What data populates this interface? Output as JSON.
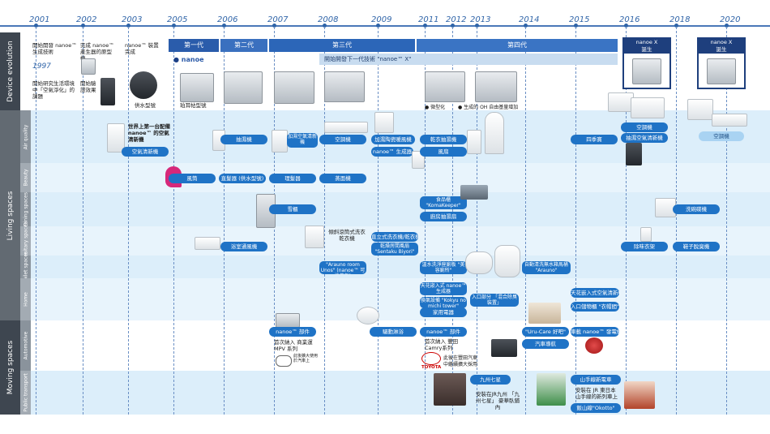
{
  "years": [
    "2001",
    "2002",
    "2003",
    "2005",
    "2006",
    "2007",
    "2008",
    "2009",
    "2011",
    "2012",
    "2013",
    "2014",
    "2015",
    "2016",
    "2018",
    "2020"
  ],
  "categories": {
    "device_evolution": "Device evolution",
    "living_spaces": "Living spaces",
    "moving_spaces": "Moving spaces",
    "sub": [
      "Air quality",
      "Beauty",
      "Dining spaces",
      "Sanitary spaces",
      "Toilet spaces",
      "Home",
      "Automotive",
      "Public transport"
    ]
  },
  "generations": {
    "gen1": "第一代",
    "gen2": "第二代",
    "gen3": "第三代",
    "gen4": "第四代",
    "next_gen": "開始開發下一代技術 \"nanoe™ X\""
  },
  "logos": {
    "nanoe": "nanoe",
    "nanoex_1": "nanoe X",
    "nanoex_2": "nanoe X",
    "birth_1": "誕生",
    "birth_2": "誕生"
  },
  "device_notes": {
    "n2001": "開始開發 nanoe™ 生成技術",
    "y1997": "1997",
    "n1997": "開始研究生活環境中「空氣淨化」的課題",
    "n2002a": "完成 nanoe™ 產生器的原型機",
    "n2002b": "開始驗證效果",
    "n2003": "nanoe™ 裝置完成",
    "n2003b": "供水型號",
    "n2005": "珀耳帖型號",
    "n2012a": "微型化",
    "n2012b": "生成的 OH 自由基量增加"
  },
  "air": {
    "first_purifier": "世界上第一台配備 nanoe™ 的空氣清新機",
    "purifier": "空氣清新機",
    "dehumid": "抽濕機",
    "humid_purifier": "加濕空氣清新機",
    "aircon": "空調機",
    "humid_fan": "加濕陶瓷暖風機",
    "generator": "nanoe™ 生成器",
    "dry_dehumid": "乾衣抽濕機",
    "fan": "風扇",
    "all_year": "四季寶",
    "aircon2016": "空調機",
    "dehumid_purifier": "抽濕空氣清新機",
    "aircon2020": "空調機"
  },
  "beauty": {
    "hairdryer": "風筒",
    "hair_iron": "直髮器 (供水型號)",
    "hair_iron2": "理髮器",
    "steamer": "蒸面機"
  },
  "dining": {
    "fridge": "雪櫃",
    "food_keeper": "食品櫃 \"KomaKeeper\"",
    "kitchen_hood": "廚房抽濕扇",
    "dishwasher": "洗碗碟機"
  },
  "sanitary": {
    "bath_vent": "浴室通風機",
    "drum_washer": "傾斜滾筒式洗衣乾衣機",
    "vertical_washer": "直立式洗衣機/乾衣機",
    "wardrobe_dryer": "乾燥房間風扇 \"Sentaku Biyori\"",
    "deodorizer": "除味衣架",
    "shoe_deodorizer": "鞋子脫臭機"
  },
  "toilet": {
    "arauno_room": "\"Arauno room Unos\" (nanoe™ 可換蓋板)",
    "washlet": "溫水洗淨座廁板 \"美容廁所\"",
    "auto_clean": "自動清洗無水箱馬桶 \"Arauno\""
  },
  "home": {
    "built_in": "天花嵌入式 nanoe™ 生成器",
    "closet": "換氣設備 \"Kokyu no michi tower\"",
    "home_appliance": "家用電器",
    "entrance": "入口部分 「混合除臭裝置」",
    "ceiling_ac": "天花嵌入式空氣清新機",
    "closet_shoes": "入口儲物櫃 \"衣帽間\"",
    "lighting": "驅動淋浴",
    "uru_care": "\"Uru-Care 好吧\""
  },
  "auto": {
    "parts2007": "nanoe™ 部件",
    "note2007a": "首次納入 商業運 MPV 系列",
    "note2007b": "此後擴大使用 於汽車上",
    "parts2011": "nanoe™ 部件",
    "note2011": "首次納入 豐田Camry系列",
    "note2012": "此後在豐田汽車 中繼續擴大採用",
    "toyota": "TOYOTA",
    "car_nav": "汽車導航",
    "on_board": "車載 nanoe™ 發電機"
  },
  "transport": {
    "kyushu": "九州七星",
    "kyushu_note": "安裝在JR九州 「九州七星」 豪華臥鋪內",
    "yamanote": "山手線新電車",
    "yamanote_note": "安裝在 JR 東日本 山手線的新列車上",
    "okotto": "飯山線\"Okotto\""
  }
}
